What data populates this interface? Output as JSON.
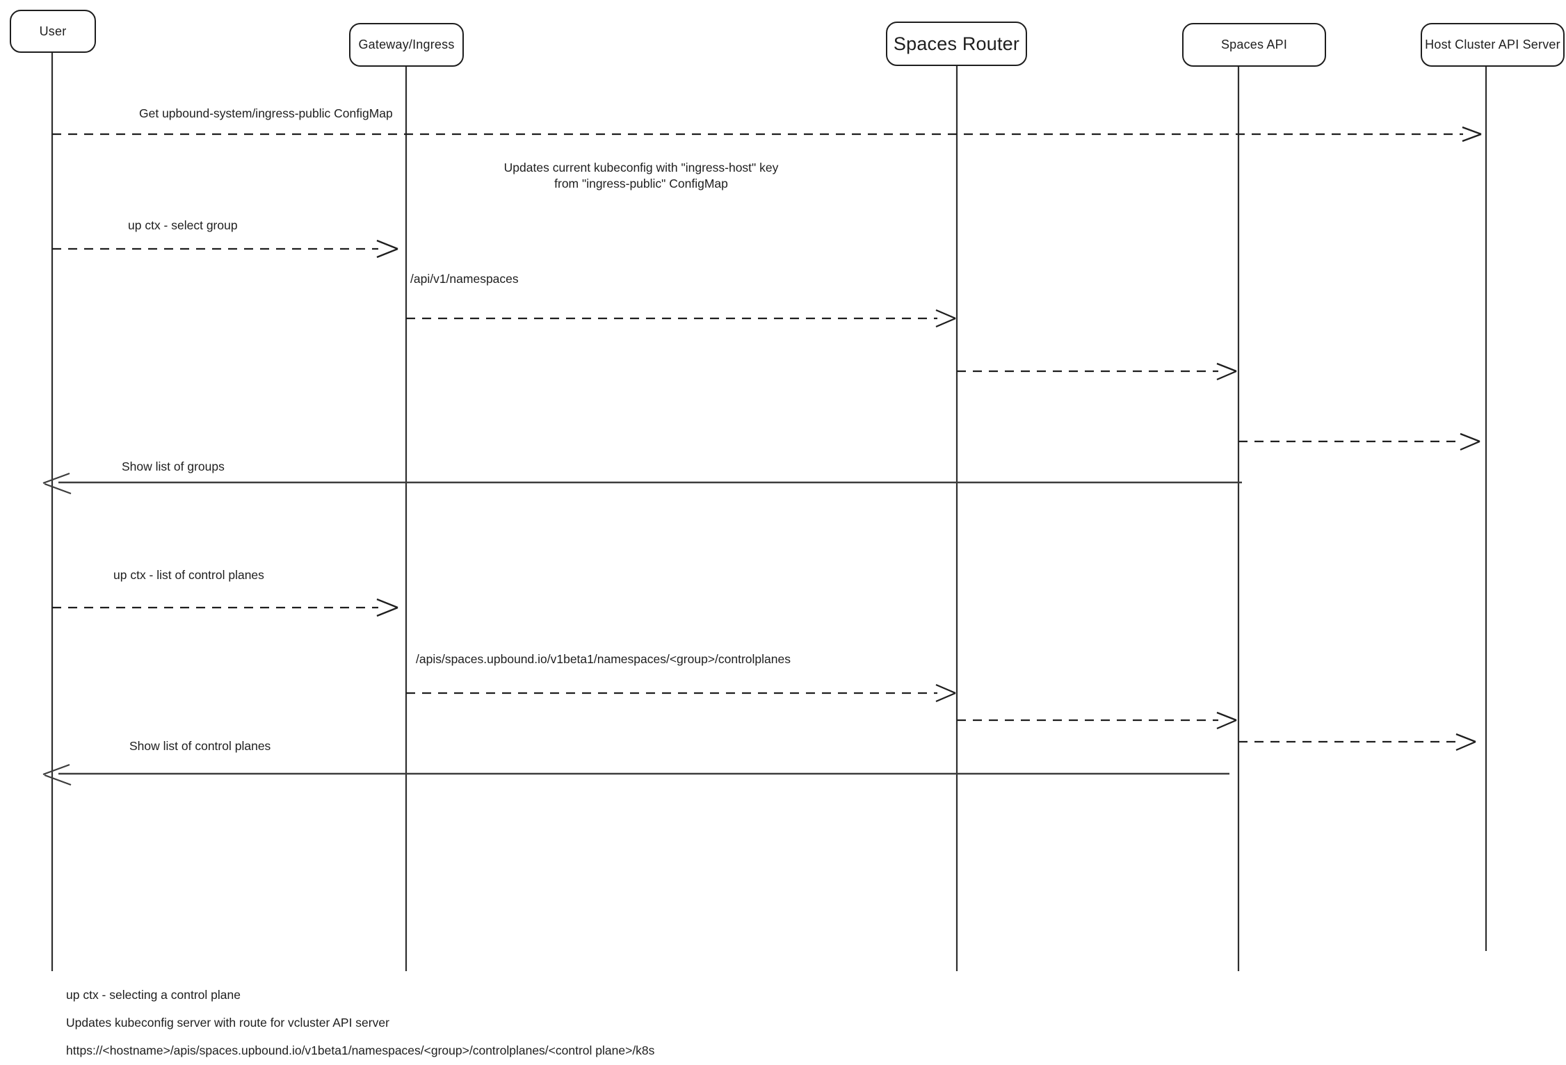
{
  "colors": {
    "ink": "#1e1e1e",
    "lifeline": "#2e2e2e",
    "dashed_arrow": "#1e1e1e",
    "solid_arrow": "#3c3c3c",
    "background": "#ffffff"
  },
  "actors": [
    {
      "id": "user",
      "label": "User"
    },
    {
      "id": "gateway-ingress",
      "label": "Gateway/Ingress"
    },
    {
      "id": "spaces-router",
      "label": "Spaces Router"
    },
    {
      "id": "spaces-api",
      "label": "Spaces API"
    },
    {
      "id": "host-cluster-api-server",
      "label": "Host Cluster API Server"
    }
  ],
  "messages": {
    "get_configmap": "Get upbound-system/ingress-public ConfigMap",
    "kubeconfig_note_line1": "Updates current kubeconfig with \"ingress-host\" key",
    "kubeconfig_note_line2": "from \"ingress-public\" ConfigMap",
    "select_group": "up ctx - select group",
    "api_namespaces": "/api/v1/namespaces",
    "show_groups": "Show list of groups",
    "list_control_planes": "up ctx - list of control planes",
    "api_controlplanes": "/apis/spaces.upbound.io/v1beta1/namespaces/<group>/controlplanes",
    "show_control_planes": "Show list of control planes"
  },
  "footnotes": [
    "up ctx - selecting a control plane",
    "Updates kubeconfig server with route for vcluster API server",
    "https://<hostname>/apis/spaces.upbound.io/v1beta1/namespaces/<group>/controlplanes/<control plane>/k8s"
  ]
}
